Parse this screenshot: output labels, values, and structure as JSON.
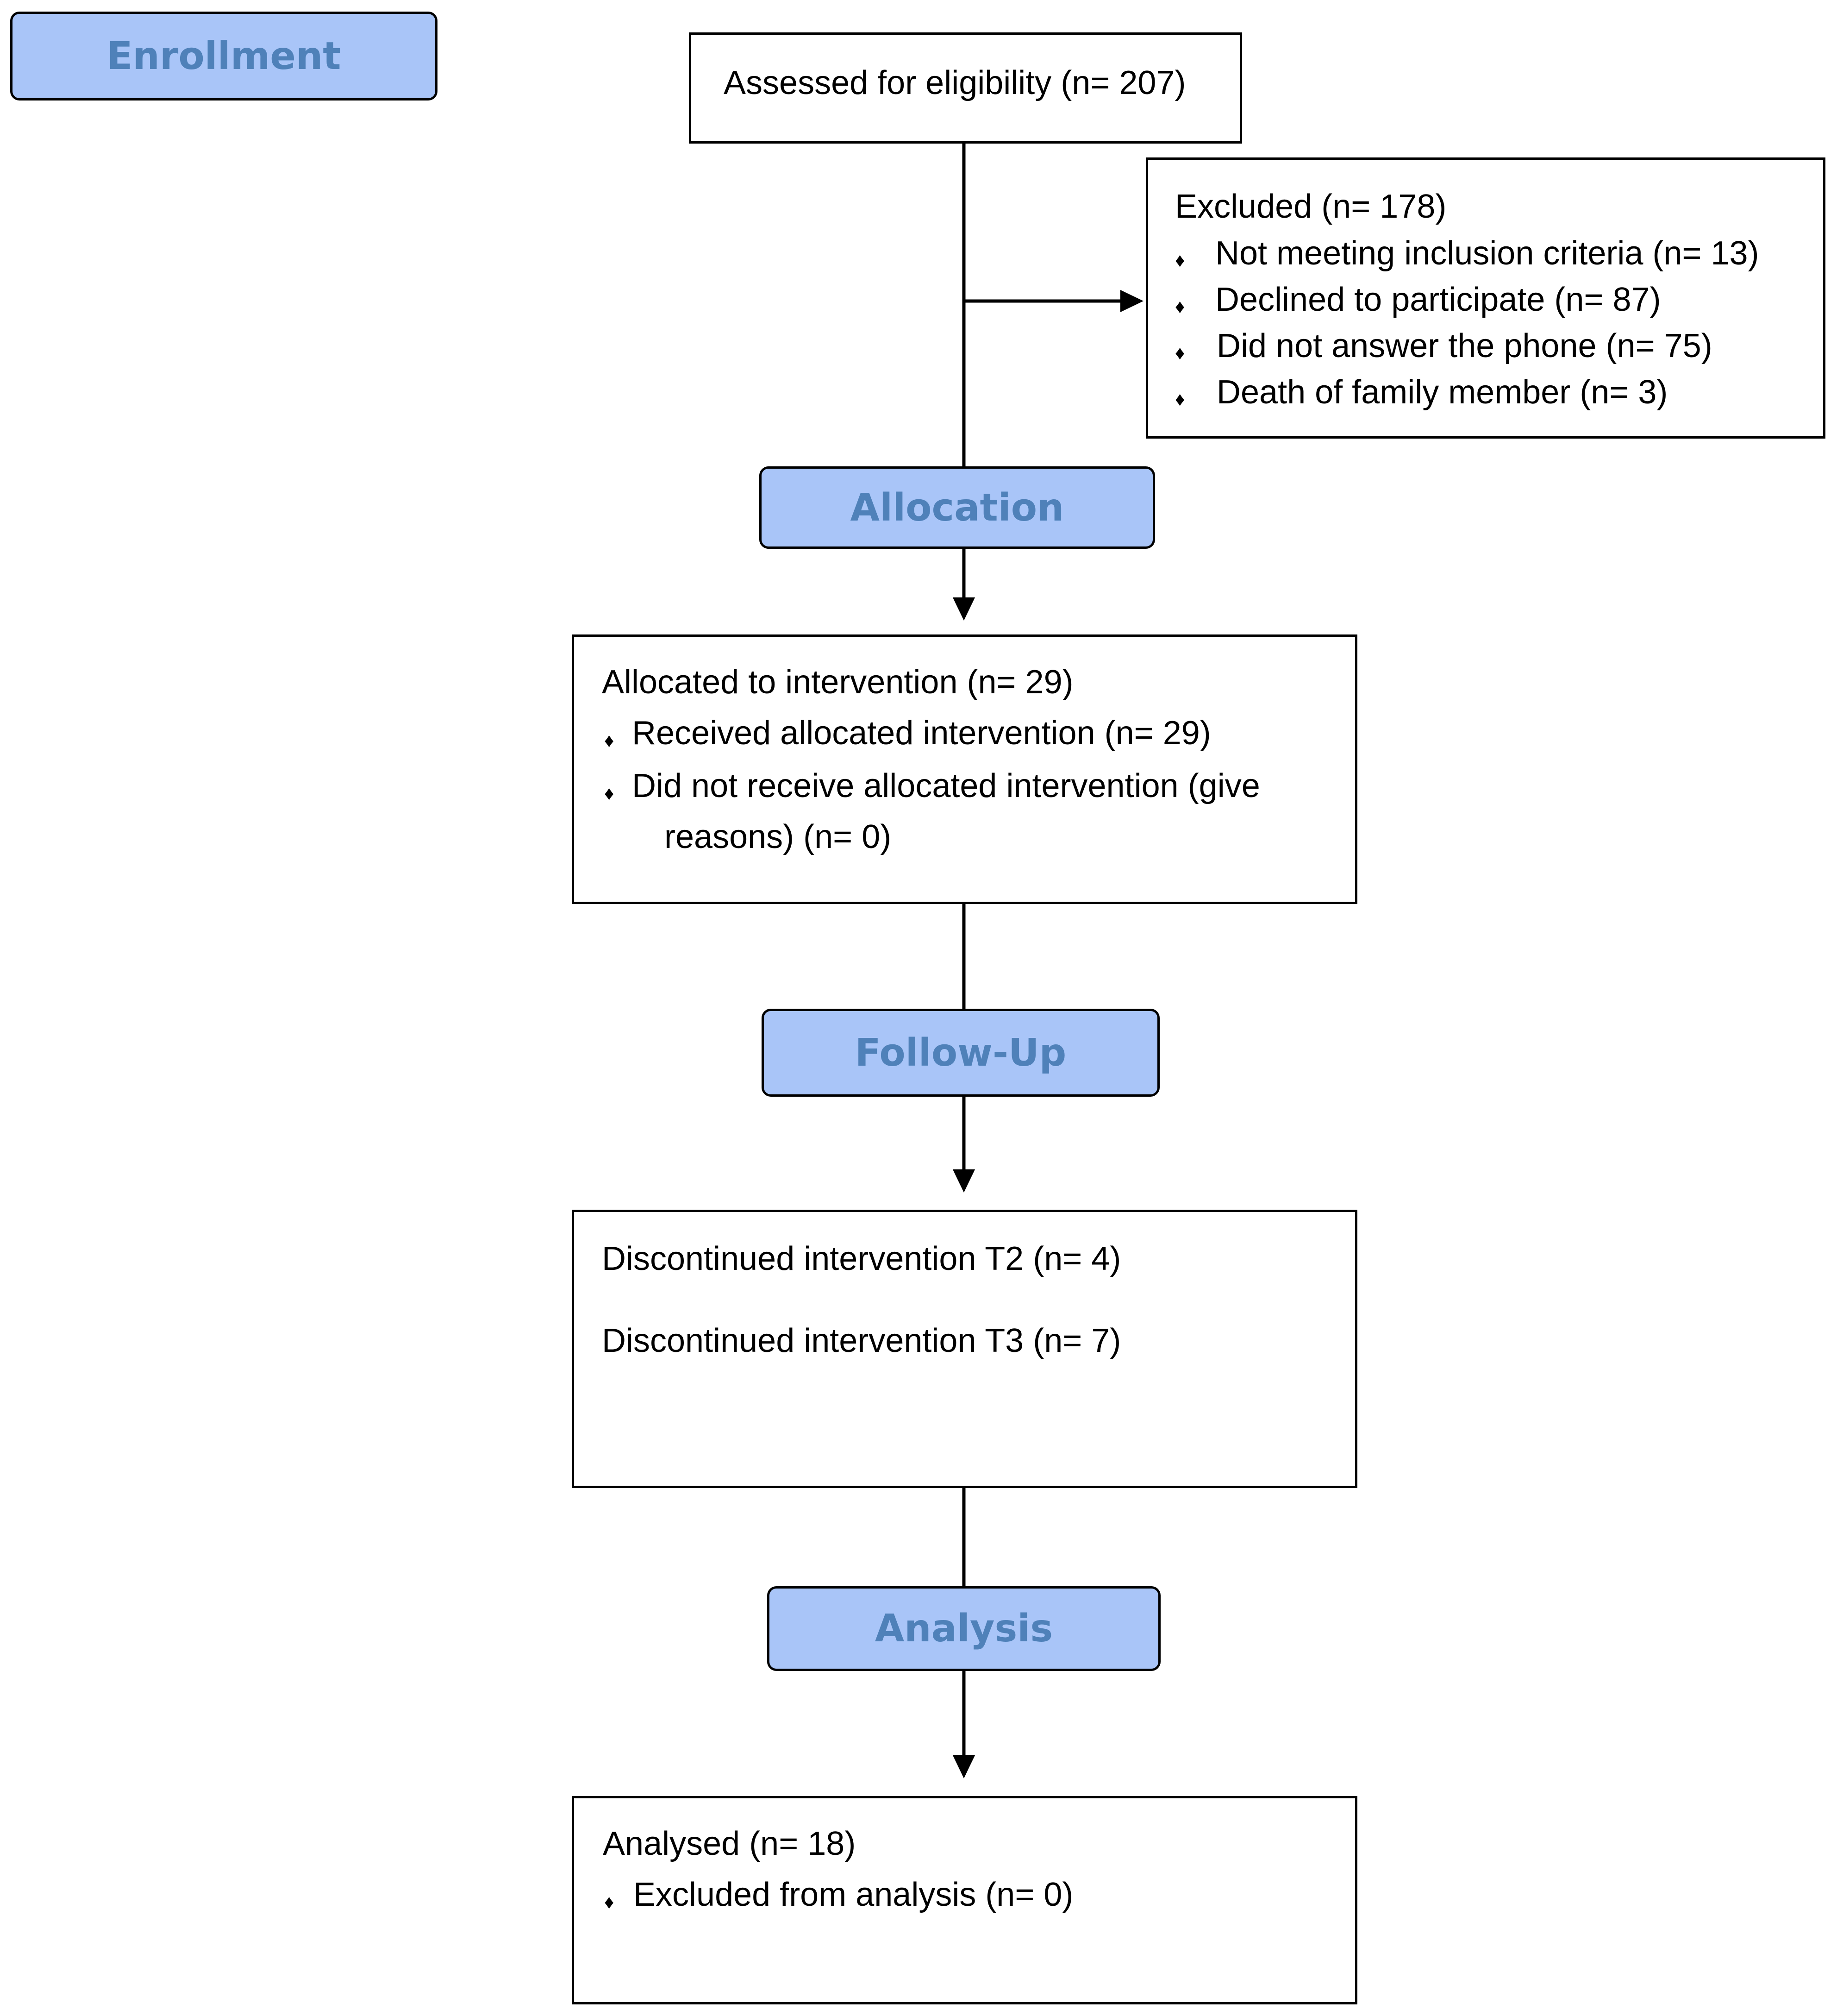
{
  "colors": {
    "stage_fill": "#a9c5f8",
    "stage_text": "#4f81b9",
    "line": "#000000"
  },
  "icons": {
    "bullet": "diamond-bullet-icon",
    "arrow": "arrowhead-icon"
  },
  "stages": {
    "enrollment": "Enrollment",
    "allocation": "Allocation",
    "follow_up": "Follow-Up",
    "analysis": "Analysis"
  },
  "bullet_char": "♦",
  "assessed": {
    "text": "Assessed for eligibility (n= 207)"
  },
  "excluded": {
    "title": "Excluded (n= 178)",
    "items": [
      "Not meeting inclusion criteria (n= 13)",
      "Declined to participate (n= 87)",
      "Did not answer the phone (n= 75)",
      "Death of family member  (n= 3)"
    ]
  },
  "allocated": {
    "title": "Allocated to intervention (n= 29)",
    "items": [
      "Received allocated intervention (n= 29)",
      "Did not receive allocated intervention (give",
      "reasons) (n= 0)"
    ]
  },
  "followup": {
    "line1": "Discontinued intervention T2 (n= 4)",
    "line2": "Discontinued intervention T3 (n= 7)"
  },
  "analysed": {
    "title": "Analysed (n= 18)",
    "items": [
      "Excluded from analysis (n= 0)"
    ]
  }
}
